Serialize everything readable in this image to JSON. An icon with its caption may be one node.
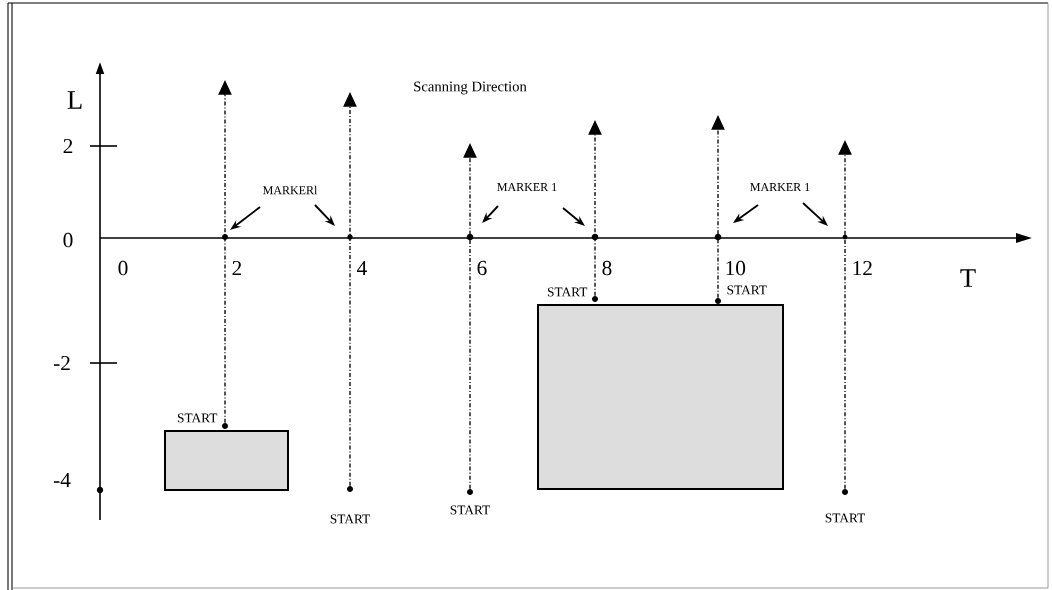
{
  "diagram": {
    "nodes": [
      {
        "text": [
          "MARKERl"
        ]
      },
      {
        "text": [
          "MARKER 1"
        ]
      },
      {
        "text": [
          "MARKER 1"
        ]
      },
      {
        "text": [],
        "shape": "circle",
        "beside": [
          "START"
        ]
      },
      {
        "text": [],
        "shape": "circle",
        "beside": [
          "START"
        ]
      },
      {
        "text": [],
        "shape": "circle",
        "beside": [
          "START"
        ]
      },
      {
        "text": [],
        "shape": "circle",
        "beside": [
          "START"
        ]
      },
      {
        "text": [],
        "shape": "circle",
        "beside": [
          "START"
        ]
      },
      {
        "text": [],
        "shape": "circle",
        "beside": [
          "START"
        ]
      },
      {
        "text": [],
        "shape": "box"
      },
      {
        "text": [],
        "shape": "box"
      }
    ],
    "edges": [
      {
        "from": 3,
        "to": null,
        "arrow": "to",
        "style": "dashed"
      },
      {
        "from": 4,
        "to": null,
        "arrow": "to",
        "style": "dashed"
      },
      {
        "from": 5,
        "to": null,
        "arrow": "to",
        "style": "dashed"
      },
      {
        "from": 6,
        "to": null,
        "arrow": "to",
        "style": "dashed"
      },
      {
        "from": 7,
        "to": null,
        "arrow": "to",
        "style": "dashed"
      },
      {
        "from": 8,
        "to": null,
        "arrow": "to",
        "style": "dashed"
      },
      {
        "from": 0,
        "to": null,
        "arrow": "to"
      },
      {
        "from": 0,
        "to": null,
        "arrow": "to"
      },
      {
        "from": 1,
        "to": null,
        "arrow": "to"
      },
      {
        "from": 1,
        "to": null,
        "arrow": "to"
      },
      {
        "from": 2,
        "to": null,
        "arrow": "to"
      },
      {
        "from": 2,
        "to": null,
        "arrow": "to"
      }
    ],
    "labels": [
      "Scanning Direction",
      "L",
      "2",
      "0",
      "-2",
      "-4",
      "0",
      "2",
      "4",
      "6",
      "8",
      "10",
      "12",
      "T"
    ]
  }
}
